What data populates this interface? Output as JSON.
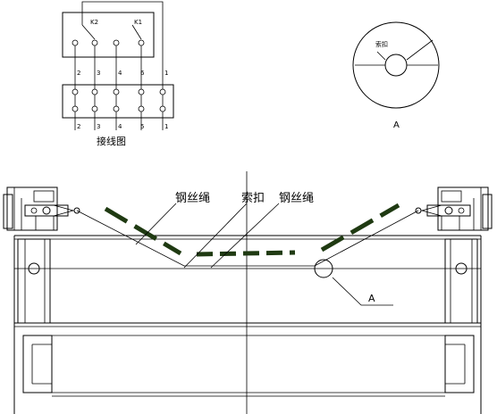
{
  "wiring": {
    "caption": "接线图",
    "switch_k2": "K2",
    "switch_k1": "K1",
    "mid_labels": [
      "2",
      "3",
      "4",
      "6",
      "1"
    ],
    "bottom_labels": [
      "2",
      "3",
      "4",
      "5",
      "1"
    ]
  },
  "detail": {
    "clasp_label": "索扣",
    "view_label": "A"
  },
  "main": {
    "rope_label_left": "钢丝绳",
    "clasp_label": "索扣",
    "rope_label_right": "钢丝绳",
    "view_pointer_label": "A"
  }
}
